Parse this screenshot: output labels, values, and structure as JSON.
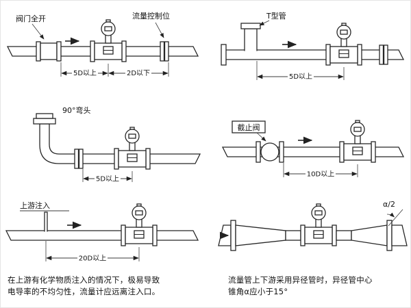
{
  "colors": {
    "background": "#ffffff",
    "ink": "#262626"
  },
  "panels": {
    "p1": {
      "label_valve": "阀门全开",
      "label_control": "流量控制位",
      "dim1": "5D以上",
      "dim2": "2D以下"
    },
    "p2": {
      "label": "T型管",
      "dim": "5D以上"
    },
    "p3": {
      "label": "90°弯头",
      "dim": "5D以上"
    },
    "p4": {
      "label": "截止阀",
      "dim": "10D以上"
    },
    "p5": {
      "label": "上游注入",
      "dim": "20D以上",
      "caption1": "在上游有化学物质注入的情况下，极易导致",
      "caption2": "电导率的不均匀性，流量计应远离注入口。"
    },
    "p6": {
      "angle": "α/2",
      "caption1": "流量管上下游采用异径管时，异径管中心",
      "caption2": "锥角α应小于15°"
    }
  }
}
